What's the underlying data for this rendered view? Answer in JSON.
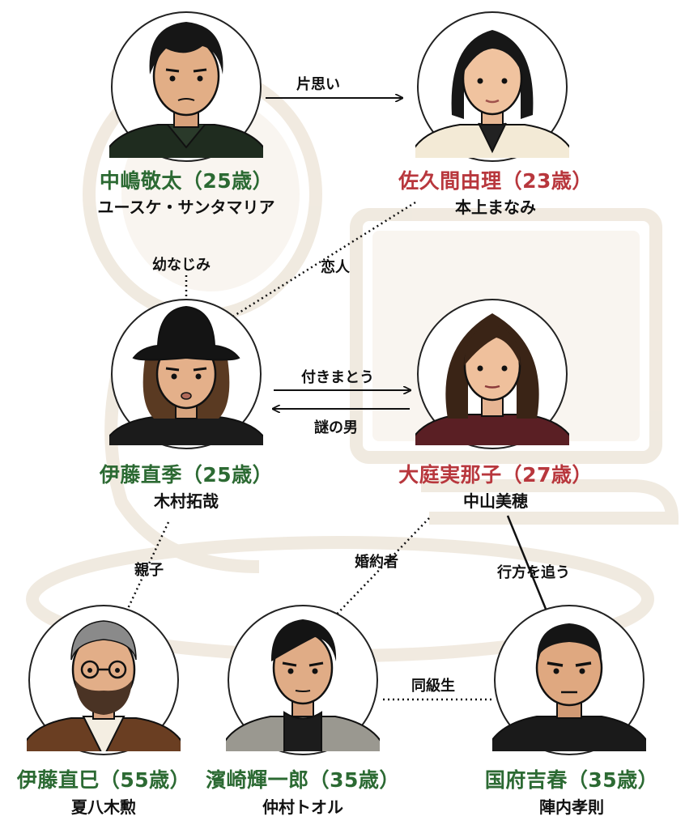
{
  "colors": {
    "green": "#2c6a33",
    "red": "#b8373d",
    "line": "#111111"
  },
  "characters": [
    {
      "id": "nakajima",
      "name": "中嶋敬太（25歳）",
      "actor": "ユースケ・サンタマリア",
      "color": "green",
      "icon": "young-man-portrait"
    },
    {
      "id": "sakuma",
      "name": "佐久間由理（23歳）",
      "actor": "本上まなみ",
      "color": "red",
      "icon": "young-woman-portrait"
    },
    {
      "id": "ito_naoki",
      "name": "伊藤直季（25歳）",
      "actor": "木村拓哉",
      "color": "green",
      "icon": "bucket-hat-man-portrait"
    },
    {
      "id": "oba",
      "name": "大庭実那子（27歳）",
      "actor": "中山美穂",
      "color": "red",
      "icon": "long-hair-woman-portrait"
    },
    {
      "id": "ito_naomi",
      "name": "伊藤直巳（55歳）",
      "actor": "夏八木勲",
      "color": "green",
      "icon": "bearded-man-portrait"
    },
    {
      "id": "hamasaki",
      "name": "濱崎輝一郎（35歳）",
      "actor": "仲村トオル",
      "color": "green",
      "icon": "suit-man-portrait"
    },
    {
      "id": "kokufu",
      "name": "国府吉春（35歳）",
      "actor": "陣内孝則",
      "color": "green",
      "icon": "short-hair-man-portrait"
    }
  ],
  "relations": [
    {
      "label": "片思い",
      "style": "arrow"
    },
    {
      "label": "幼なじみ",
      "style": "dotted"
    },
    {
      "label": "恋人",
      "style": "dotted"
    },
    {
      "label": "付きまとう",
      "style": "arrow"
    },
    {
      "label": "謎の男",
      "style": "arrow"
    },
    {
      "label": "親子",
      "style": "dotted"
    },
    {
      "label": "婚約者",
      "style": "dotted"
    },
    {
      "label": "行方を追う",
      "style": "solid"
    },
    {
      "label": "同級生",
      "style": "dotted"
    }
  ]
}
